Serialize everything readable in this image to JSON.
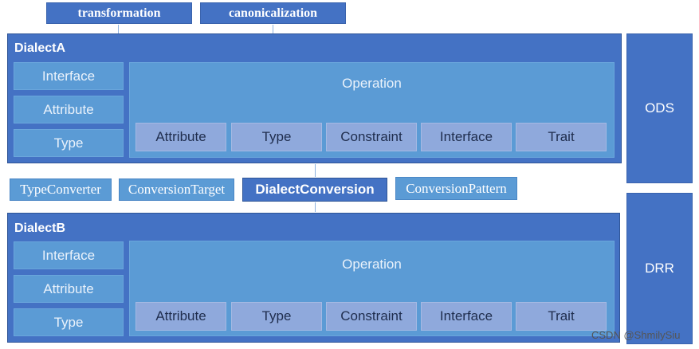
{
  "top_boxes": [
    "transformation",
    "canonicalization"
  ],
  "dialect_a": {
    "title": "DialectA",
    "left_items": [
      "Interface",
      "Attribute",
      "Type"
    ],
    "operation": {
      "title": "Operation",
      "items": [
        "Attribute",
        "Type",
        "Constraint",
        "Interface",
        "Trait"
      ]
    }
  },
  "conversion_row": {
    "items": [
      "TypeConverter",
      "ConversionTarget",
      "DialectConversion",
      "ConversionPattern"
    ]
  },
  "dialect_b": {
    "title": "DialectB",
    "left_items": [
      "Interface",
      "Attribute",
      "Type"
    ],
    "operation": {
      "title": "Operation",
      "items": [
        "Attribute",
        "Type",
        "Constraint",
        "Interface",
        "Trait"
      ]
    }
  },
  "side_boxes": [
    "ODS",
    "DRR"
  ],
  "watermark": "CSDN @ShmilySiu",
  "colors": {
    "dark_blue": "#4472c4",
    "medium_blue": "#5b9bd5",
    "light_item": "#8fa9dc"
  }
}
